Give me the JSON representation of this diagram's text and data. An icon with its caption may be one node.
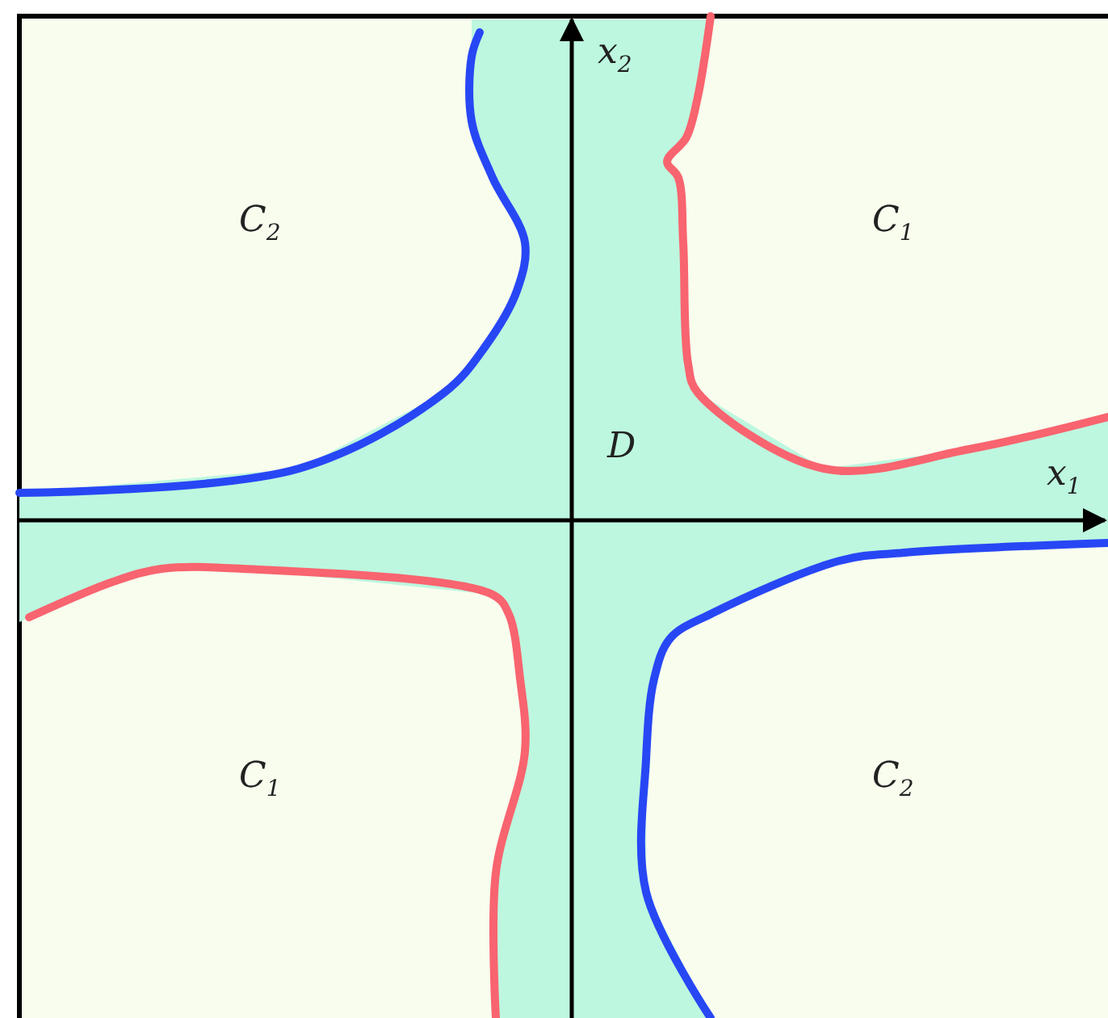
{
  "diagram": {
    "labels": [
      "x$_{2}$",
      "C$_{2}$",
      "C$_{1}$",
      "D",
      "x$_{1}$",
      "C$_{1}$",
      "C$_{2}$"
    ]
  }
}
